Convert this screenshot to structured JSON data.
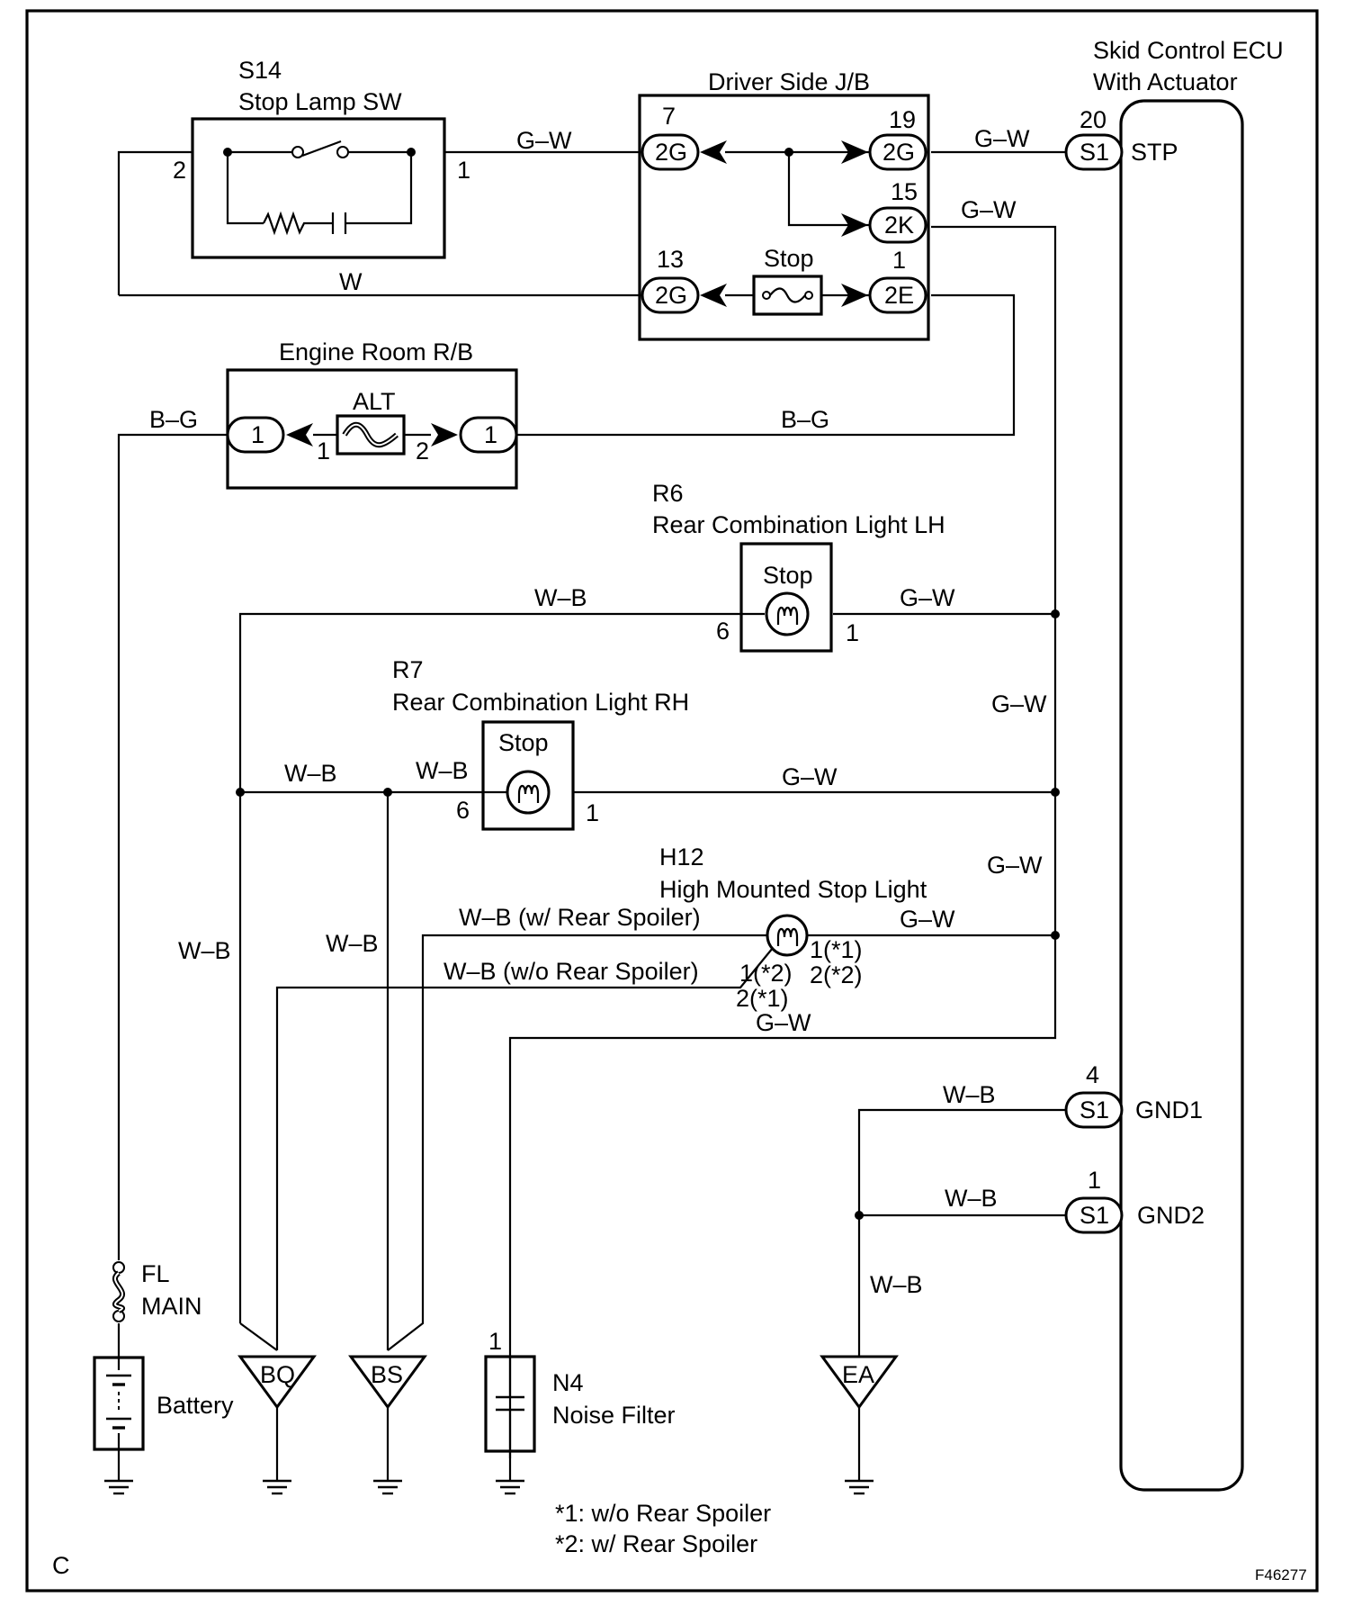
{
  "components": {
    "s14": {
      "id": "S14",
      "name": "Stop Lamp SW",
      "pin_left": "2",
      "pin_right": "1"
    },
    "driver_jb": {
      "name": "Driver Side J/B",
      "c7": {
        "label": "2G",
        "pin": "7"
      },
      "c13": {
        "label": "2G",
        "pin": "13"
      },
      "c19": {
        "label": "2G",
        "pin": "19"
      },
      "c15": {
        "label": "2K",
        "pin": "15"
      },
      "c1": {
        "label": "2E",
        "pin": "1"
      },
      "fuse": "Stop"
    },
    "ecu": {
      "name_line1": "Skid Control ECU",
      "name_line2": "With Actuator",
      "stp": {
        "pin": "20",
        "label": "S1",
        "terminal": "STP"
      },
      "gnd1": {
        "pin": "4",
        "label": "S1",
        "terminal": "GND1"
      },
      "gnd2": {
        "pin": "1",
        "label": "S1",
        "terminal": "GND2"
      }
    },
    "engine_rb": {
      "name": "Engine Room R/B",
      "fuse": "ALT",
      "conn_left": "1",
      "conn_right": "1",
      "pin_left": "1",
      "pin_right": "2"
    },
    "r6": {
      "id": "R6",
      "name": "Rear Combination Light LH",
      "bulb": "Stop",
      "pin_left": "6",
      "pin_right": "1"
    },
    "r7": {
      "id": "R7",
      "name": "Rear Combination Light RH",
      "bulb": "Stop",
      "pin_left": "6",
      "pin_right": "1"
    },
    "h12": {
      "id": "H12",
      "name": "High Mounted Stop Light",
      "pin_r1": "1(*1)",
      "pin_r2": "2(*2)",
      "pin_l1": "1(*2)",
      "pin_l2": "2(*1)"
    },
    "fl_main": {
      "line1": "FL",
      "line2": "MAIN"
    },
    "battery": {
      "name": "Battery"
    },
    "n4": {
      "id": "N4",
      "name": "Noise Filter",
      "pin": "1"
    },
    "grounds": {
      "bq": "BQ",
      "bs": "BS",
      "ea": "EA"
    }
  },
  "wire_labels": {
    "g_w": "G–W",
    "w": "W",
    "b_g": "B–G",
    "w_b": "W–B",
    "wb_with_spoiler": "W–B (w/ Rear Spoiler)",
    "wb_without_spoiler": "W–B (w/o Rear Spoiler)"
  },
  "notes": {
    "n1": "*1: w/o Rear Spoiler",
    "n2": "*2: w/ Rear Spoiler",
    "corner": "C",
    "figure": "F46277"
  }
}
